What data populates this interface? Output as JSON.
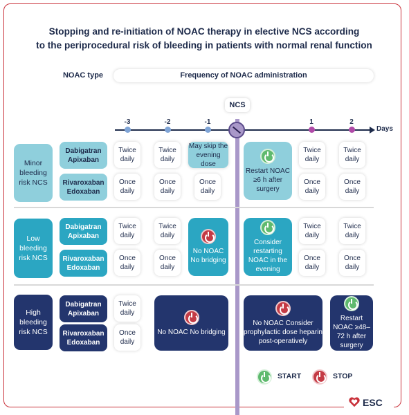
{
  "title_line1": "Stopping and re-initiation of NOAC therapy in elective NCS according",
  "title_line2": "to the periprocedural risk of bleeding in patients with normal renal function",
  "header": {
    "noac_type": "NOAC type",
    "frequency": "Frequency of NOAC administration"
  },
  "ncs_label": "NCS",
  "timeline": {
    "unit_label": "Days",
    "ticks": [
      "-3",
      "-2",
      "-1",
      "1",
      "2"
    ]
  },
  "rows": [
    {
      "label": "Minor bleeding risk NCS",
      "drug1": "Dabigatran Apixaban",
      "drug2": "Rivaroxaban Edoxaban",
      "d3_1": "Twice daily",
      "d2_1": "Twice daily",
      "d1_1": "May skip the evening dose",
      "d3_2": "Once daily",
      "d2_2": "Once daily",
      "d1_2": "Once daily",
      "after": "Restart NOAC ≥6 h after surgery",
      "p1_1": "Twice daily",
      "p2_1": "Twice daily",
      "p1_2": "Once daily",
      "p2_2": "Once daily"
    },
    {
      "label": "Low bleeding risk NCS",
      "drug1": "Dabigatran Apixaban",
      "drug2": "Rivaroxaban Edoxaban",
      "d3_1": "Twice daily",
      "d2_1": "Twice daily",
      "d3_2": "Once daily",
      "d2_2": "Once daily",
      "pre": "No NOAC No bridging",
      "after": "Consider restarting NOAC in the evening",
      "p1_1": "Twice daily",
      "p2_1": "Twice daily",
      "p1_2": "Once daily",
      "p2_2": "Once daily"
    },
    {
      "label": "High bleeding risk NCS",
      "drug1": "Dabigatran Apixaban",
      "drug2": "Rivaroxaban Edoxaban",
      "d3_1": "Twice daily",
      "d3_2": "Once daily",
      "pre": "No NOAC No bridging",
      "after": "No NOAC Consider prophylactic dose heparin post-operatively",
      "restart": "Restart NOAC ≥48–72 h after surgery"
    }
  ],
  "legend": {
    "start": "START",
    "stop": "STOP"
  },
  "logo": "ESC",
  "colors": {
    "navy": "#1d2a4a",
    "minor_light": "#8fcfdc",
    "low_teal": "#2ba6c2",
    "high_navy": "#23356d",
    "ncs_purple": "#a998c9",
    "start_green": "#5fba6e",
    "stop_red": "#c43b45",
    "frame_red": "#c9313a"
  },
  "icons": [
    "power-start-icon",
    "power-stop-icon",
    "clock-icon",
    "heart-logo-icon"
  ]
}
